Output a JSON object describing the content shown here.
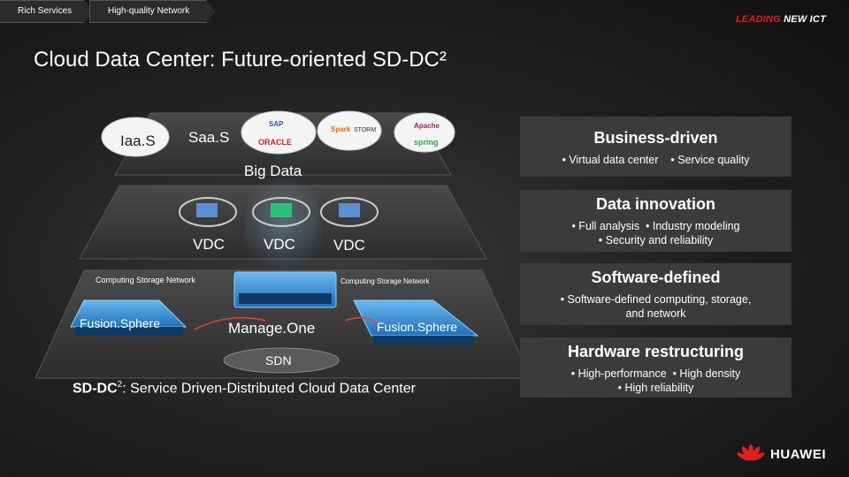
{
  "breadcrumb": [
    "Rich Services",
    "High-quality Network"
  ],
  "brand_tag": {
    "part1": "LEADING ",
    "part2": "NEW ICT"
  },
  "title": "Cloud Data Center: Future-oriented SD-DC²",
  "diagram": {
    "cloud_iaas": "Iaa.S",
    "cloud_saas": "Saa.S",
    "logos": [
      "SAP",
      "ORACLE",
      "Spark",
      "STORM",
      "Apache",
      "spring"
    ],
    "big_data": "Big Data",
    "vdc_labels": [
      "VDC",
      "VDC",
      "VDC"
    ],
    "left_services": "Computing  Storage  Network",
    "right_services": "Computing  Storage  Network",
    "left_platform": "Fusion.Sphere",
    "center_platform": "Manage.One",
    "right_platform": "Fusion.Sphere",
    "sdn": "SDN",
    "caption_main": "SD-DC",
    "caption_sup": "2",
    "caption_rest": ": Service Driven-Distributed Cloud Data Center"
  },
  "panels": [
    {
      "title": "Business-driven",
      "bullets": "• Virtual data center    • Service quality"
    },
    {
      "title": "Data innovation",
      "bullets": "• Full analysis  • Industry modeling\n• Security and reliability"
    },
    {
      "title": "Software-defined",
      "bullets": "• Software-defined computing, storage,\nand network"
    },
    {
      "title": "Hardware restructuring",
      "bullets": "• High-performance  • High density\n• High reliability"
    }
  ],
  "footer": {
    "logo_text": "HUAWEI"
  },
  "colors": {
    "accent_red": "#e02020",
    "panel_bg": "#3b3b3b",
    "bg": "#1e1e1e"
  }
}
